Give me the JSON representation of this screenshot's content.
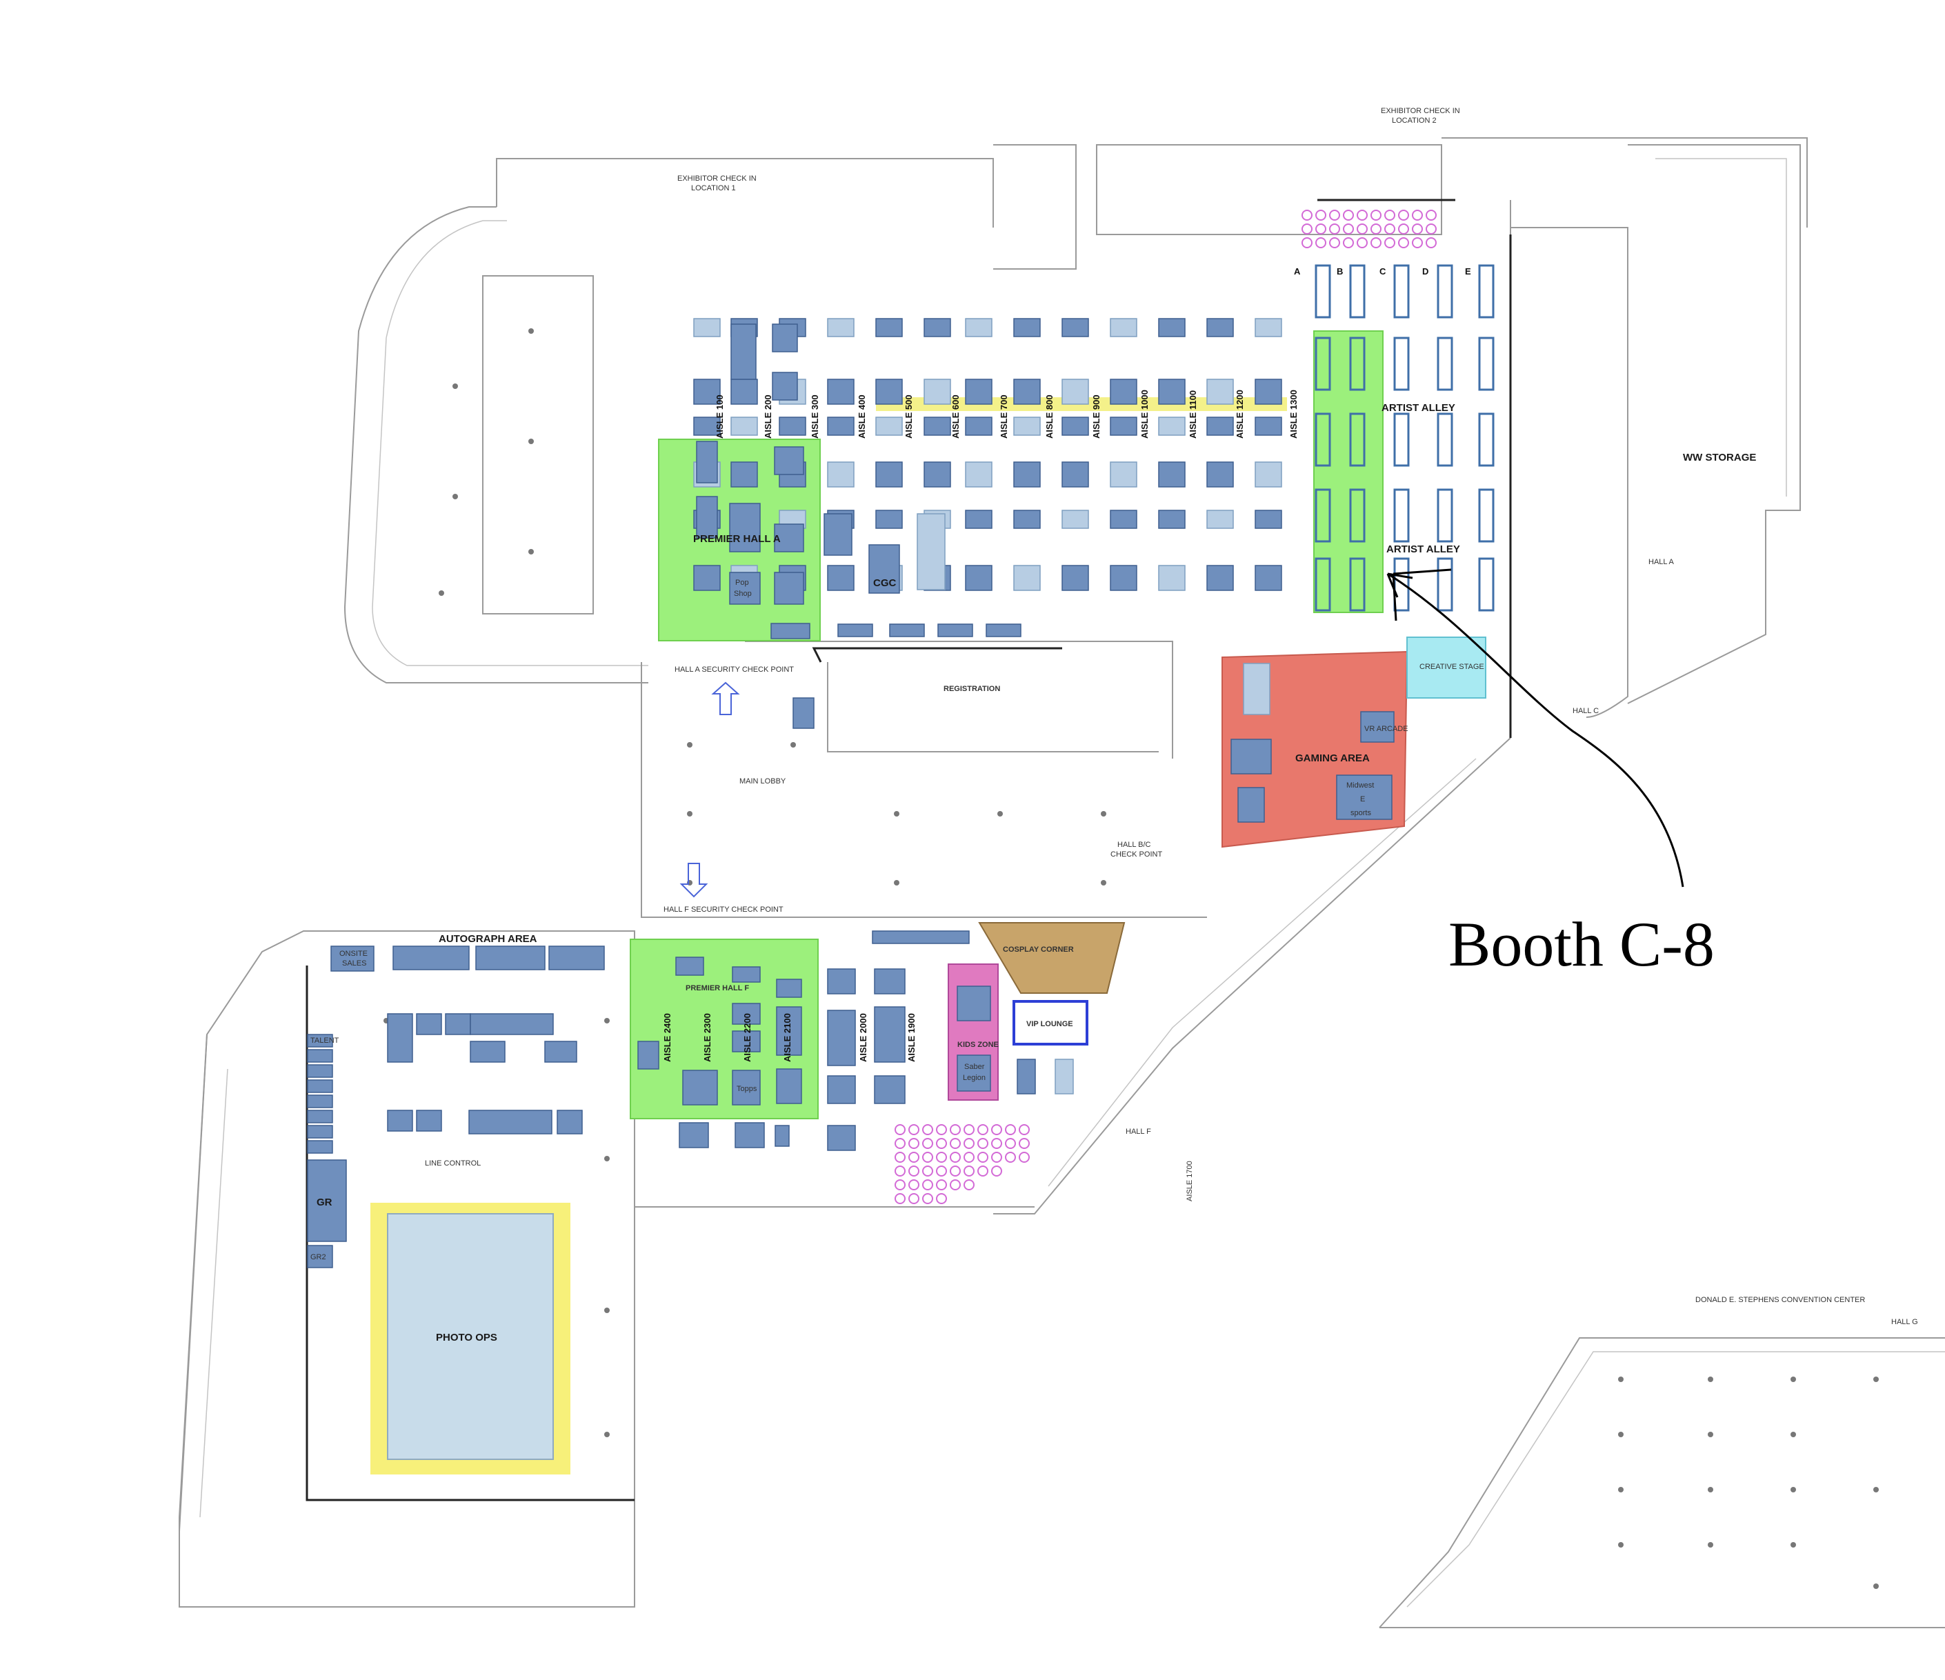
{
  "colors": {
    "premier_hall": "#9cf07c",
    "gaming": "#e8786c",
    "kids": "#e07ac0",
    "cosplay": "#c8a46a",
    "vip_border": "#2d3fd6",
    "photo_ops_border": "#f7f07a",
    "photo_ops_fill": "#c8dcea",
    "booth": "#6f8fbd",
    "booth_light": "#b7cde3",
    "creative": "#a8eaf2",
    "seat_circles": "#d36ad6",
    "highlight_aisle": "#f4f18a"
  },
  "labels": {
    "premier_hall_a": "PREMIER HALL A",
    "premier_hall_f": "PREMIER HALL F",
    "artist_alley_1": "ARTIST ALLEY",
    "artist_alley_2": "ARTIST ALLEY",
    "ww_storage": "WW STORAGE",
    "registration": "REGISTRATION",
    "main_lobby": "MAIN LOBBY",
    "gaming_area": "GAMING AREA",
    "midwest_1": "Midwest",
    "midwest_2": "E",
    "midwest_3": "sports",
    "vr_arcade": "VR ARCADE",
    "autograph_area": "AUTOGRAPH AREA",
    "onsite_sales_1": "ONSITE",
    "onsite_sales_2": "SALES",
    "cosplay_corner": "COSPLAY CORNER",
    "vip_lounge": "VIP LOUNGE",
    "kids_zone": "KIDS ZONE",
    "saber_1": "Saber",
    "saber_2": "Legion",
    "photo_ops": "PHOTO OPS",
    "gr": "GR",
    "gr2": "GR2",
    "cgc": "CGC",
    "pop_shop_1": "Pop",
    "pop_shop_2": "Shop",
    "topps": "Topps",
    "hall_bc_1": "HALL B/C",
    "hall_bc_2": "CHECK POINT",
    "hall_a_security": "HALL A SECURITY CHECK POINT",
    "hall_f_security": "HALL F SECURITY CHECK POINT",
    "hall_a": "HALL A",
    "hall_c": "HALL C",
    "hall_f": "HALL F",
    "hall_g": "HALL G",
    "donald": "DONALD E. STEPHENS CONVENTION CENTER",
    "exhibitor_1": "EXHIBITOR CHECK IN",
    "exhibitor_1b": "LOCATION 1",
    "exhibitor_2": "EXHIBITOR CHECK IN",
    "exhibitor_2b": "LOCATION 2",
    "creative_stage": "CREATIVE STAGE",
    "aisle_1700": "AISLE 1700",
    "line_control": "LINE CONTROL",
    "talent": "TALENT",
    "callout": "Booth C-8"
  },
  "columns": [
    "A",
    "B",
    "C",
    "D",
    "E"
  ],
  "aisles_top": [
    "AISLE 100",
    "AISLE 200",
    "AISLE 300",
    "AISLE 400",
    "AISLE 500",
    "AISLE 600",
    "AISLE 700",
    "AISLE 800",
    "AISLE 900",
    "AISLE 1000",
    "AISLE 1100",
    "AISLE 1200",
    "AISLE 1300"
  ],
  "aisles_bottom": [
    "AISLE 2400",
    "AISLE 2300",
    "AISLE 2200",
    "AISLE 2100",
    "AISLE 2000",
    "AISLE 1900"
  ]
}
